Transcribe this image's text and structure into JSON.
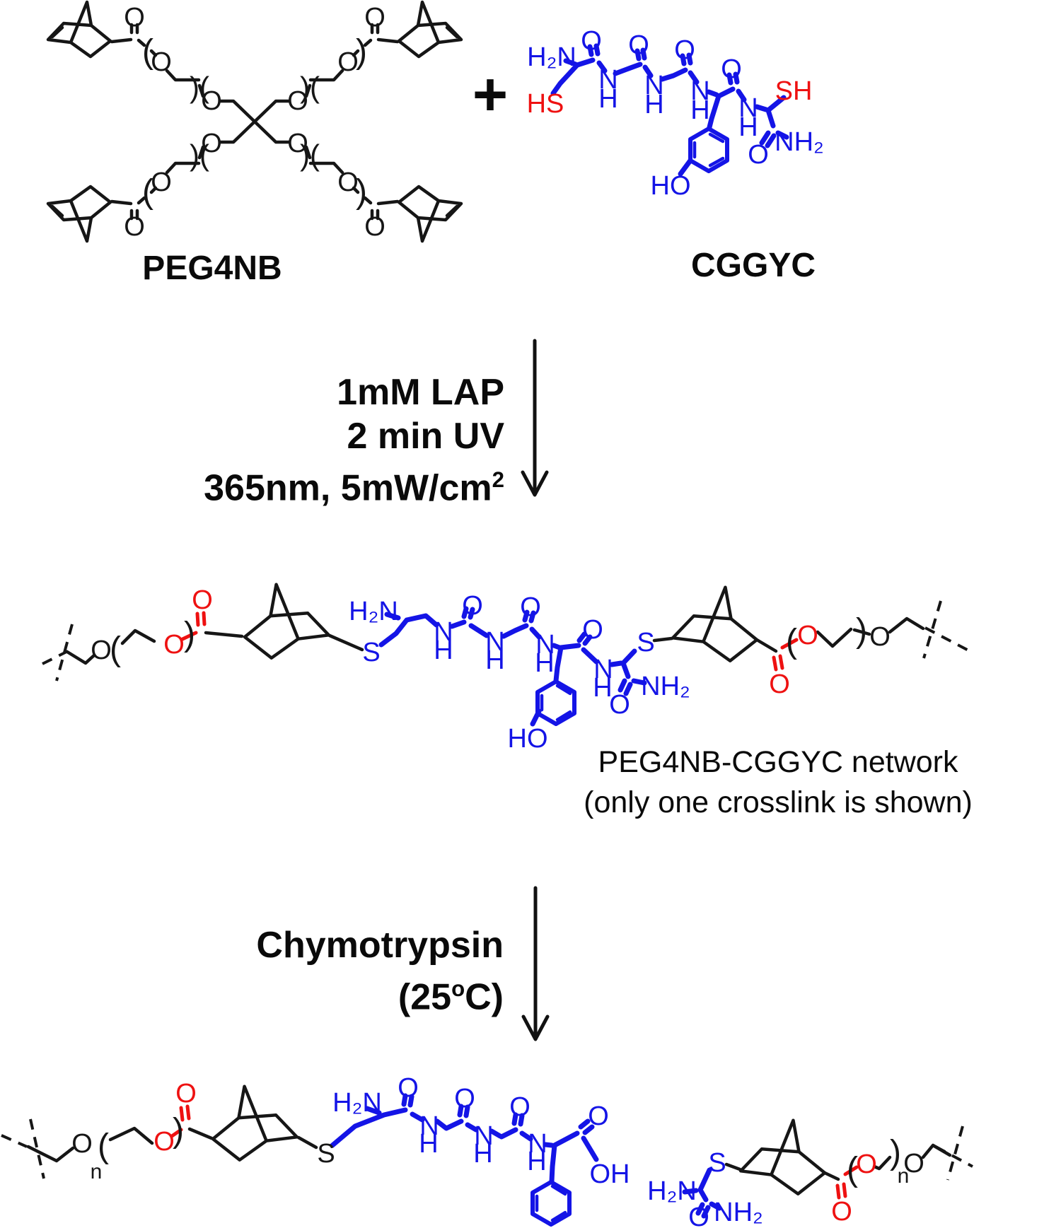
{
  "colors": {
    "peptide_blue": "#1414e6",
    "thiol_ester_red": "#ee1111",
    "structure_black": "#161616",
    "background": "#ffffff"
  },
  "reactants": {
    "peg4nb_label": "PEG4NB",
    "cggyc_label": "CGGYC",
    "plus": "+"
  },
  "step1": {
    "conditions": [
      "1mM LAP",
      "2 min UV",
      "365nm, 5mW/cm"
    ],
    "superscript": "2"
  },
  "network": {
    "caption_line1": "PEG4NB-CGGYC network",
    "caption_line2": "(only one crosslink is shown)"
  },
  "step2": {
    "enzyme": "Chymotrypsin",
    "temp_prefix": "(25",
    "temp_superscript": "o",
    "temp_suffix": "C)"
  },
  "atoms": {
    "O": "O",
    "N": "N",
    "H": "H",
    "S": "S",
    "n": "n",
    "HO": "HO",
    "OH": "OH",
    "HS": "HS",
    "SH": "SH",
    "H2N": "H₂N",
    "NH2": "NH₂",
    "lparen": "(",
    "rparen": ")",
    "repeat_mark": ")("
  }
}
